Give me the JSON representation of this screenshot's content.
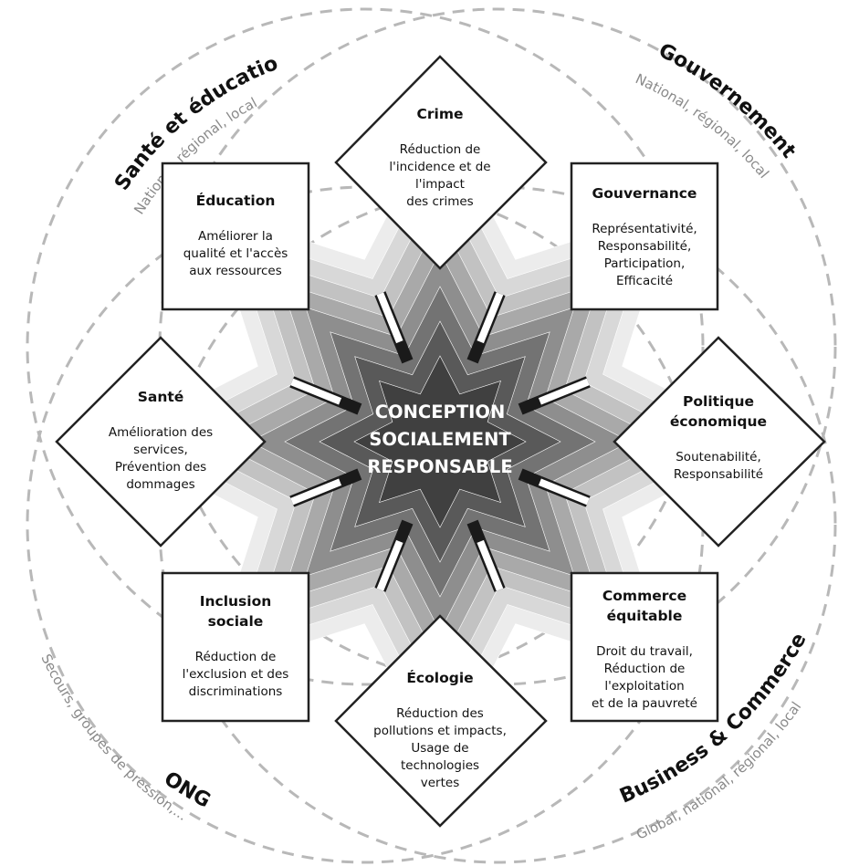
{
  "center": {
    "lines": [
      "CONCEPTION",
      "SOCIALEMENT",
      "RESPONSABLE"
    ]
  },
  "nodes": [
    {
      "id": "crime",
      "title": [
        "Crime"
      ],
      "body": [
        "Réduction de",
        "l'incidence et de",
        "l'impact",
        "des crimes"
      ]
    },
    {
      "id": "gouvernance",
      "title": [
        "Gouvernance"
      ],
      "body": [
        "Représentativité,",
        "Responsabilité,",
        "Participation,",
        "Efficacité"
      ]
    },
    {
      "id": "politique-economique",
      "title": [
        "Politique",
        "économique"
      ],
      "body": [
        "Soutenabilité,",
        "Responsabilité"
      ]
    },
    {
      "id": "commerce-equitable",
      "title": [
        "Commerce",
        "équitable"
      ],
      "body": [
        "Droit du travail,",
        "Réduction de",
        "l'exploitation",
        "et de la pauvreté"
      ]
    },
    {
      "id": "ecologie",
      "title": [
        "Écologie"
      ],
      "body": [
        "Réduction des",
        "pollutions et impacts,",
        "Usage de",
        "technologies",
        "vertes"
      ]
    },
    {
      "id": "inclusion-sociale",
      "title": [
        "Inclusion",
        "sociale"
      ],
      "body": [
        "Réduction de",
        "l'exclusion et des",
        "discriminations"
      ]
    },
    {
      "id": "sante",
      "title": [
        "Santé"
      ],
      "body": [
        "Amélioration des",
        "services,",
        "Prévention des",
        "dommages"
      ]
    },
    {
      "id": "education",
      "title": [
        "Éducation"
      ],
      "body": [
        "Améliorer la",
        "qualité et l'accès",
        "aux ressources"
      ]
    }
  ],
  "sectors": {
    "sante_education": {
      "title": "Santé et éducation",
      "subtitle": "National, régional, local"
    },
    "gouvernement": {
      "title": "Gouvernement",
      "subtitle": "National, régional, local"
    },
    "ong": {
      "title": "ONG",
      "subtitle": "Secours, groupes de pression,..."
    },
    "business": {
      "title": "Business & Commerce",
      "subtitle": "Global, national, régional, local"
    }
  },
  "colors": {
    "outline": "#222222",
    "dashed_circle": "#b8b8b8",
    "sector_subtitle": "#8a8a8a",
    "star_shades": [
      "#ececec",
      "#d8d8d8",
      "#c2c2c2",
      "#a9a9a9",
      "#8e8e8e",
      "#737373",
      "#595959",
      "#404040"
    ]
  }
}
